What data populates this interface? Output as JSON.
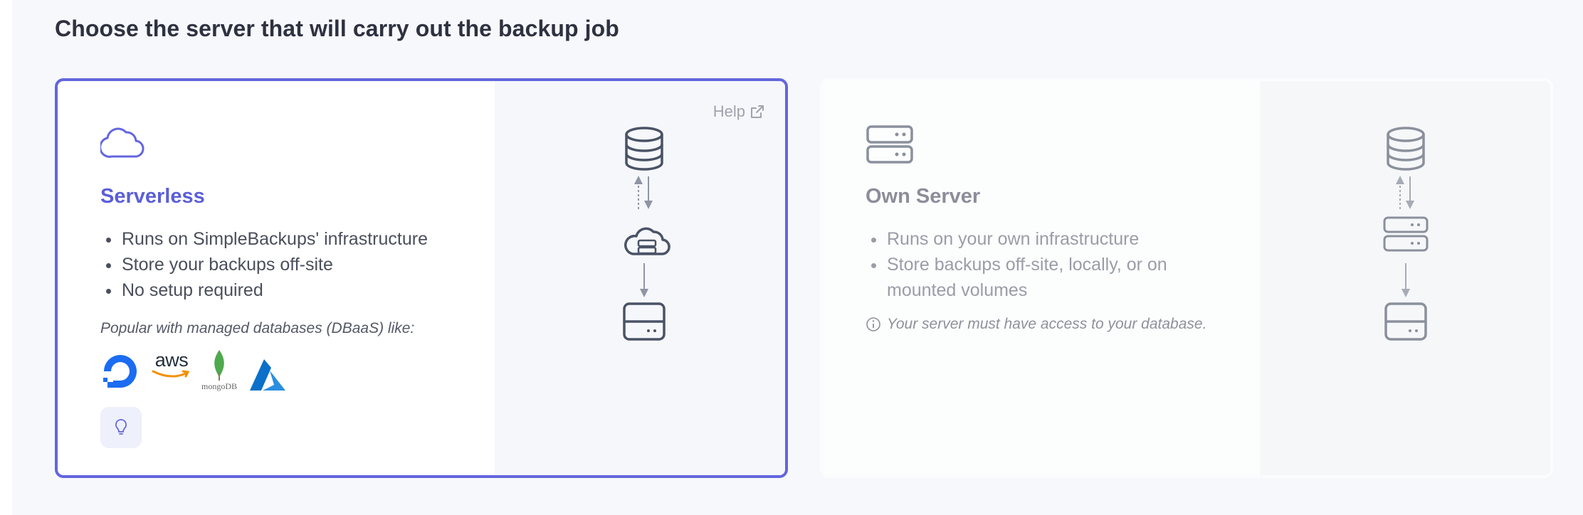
{
  "page": {
    "title": "Choose the server that will carry out the backup job"
  },
  "options": [
    {
      "title": "Serverless",
      "icon": "cloud-icon",
      "selected": true,
      "features": [
        "Runs on SimpleBackups' infrastructure",
        "Store your backups off-site",
        "No setup required"
      ],
      "popular_text": "Popular with managed databases (DBaaS) like:",
      "logos": [
        "digitalocean-logo",
        "aws-logo",
        "mongodb-logo",
        "azure-logo"
      ],
      "logo_texts": {
        "aws": "aws",
        "mongodb": "mongoDB"
      },
      "help_label": "Help",
      "tip_button_icon": "lightbulb-icon",
      "diagram": [
        "database-icon",
        "cloud-server-icon",
        "storage-drive-icon"
      ]
    },
    {
      "title": "Own Server",
      "icon": "server-icon",
      "selected": false,
      "features": [
        "Runs on your own infrastructure",
        "Store backups off-site, locally, or on mounted volumes"
      ],
      "note": "Your server must have access to your database.",
      "diagram": [
        "database-icon",
        "server-icon",
        "storage-drive-icon"
      ]
    }
  ],
  "colors": {
    "accent": "#6366dd",
    "icon_dark": "#4a5366",
    "icon_muted": "#8a909c",
    "arrow": "#8f95a3"
  }
}
